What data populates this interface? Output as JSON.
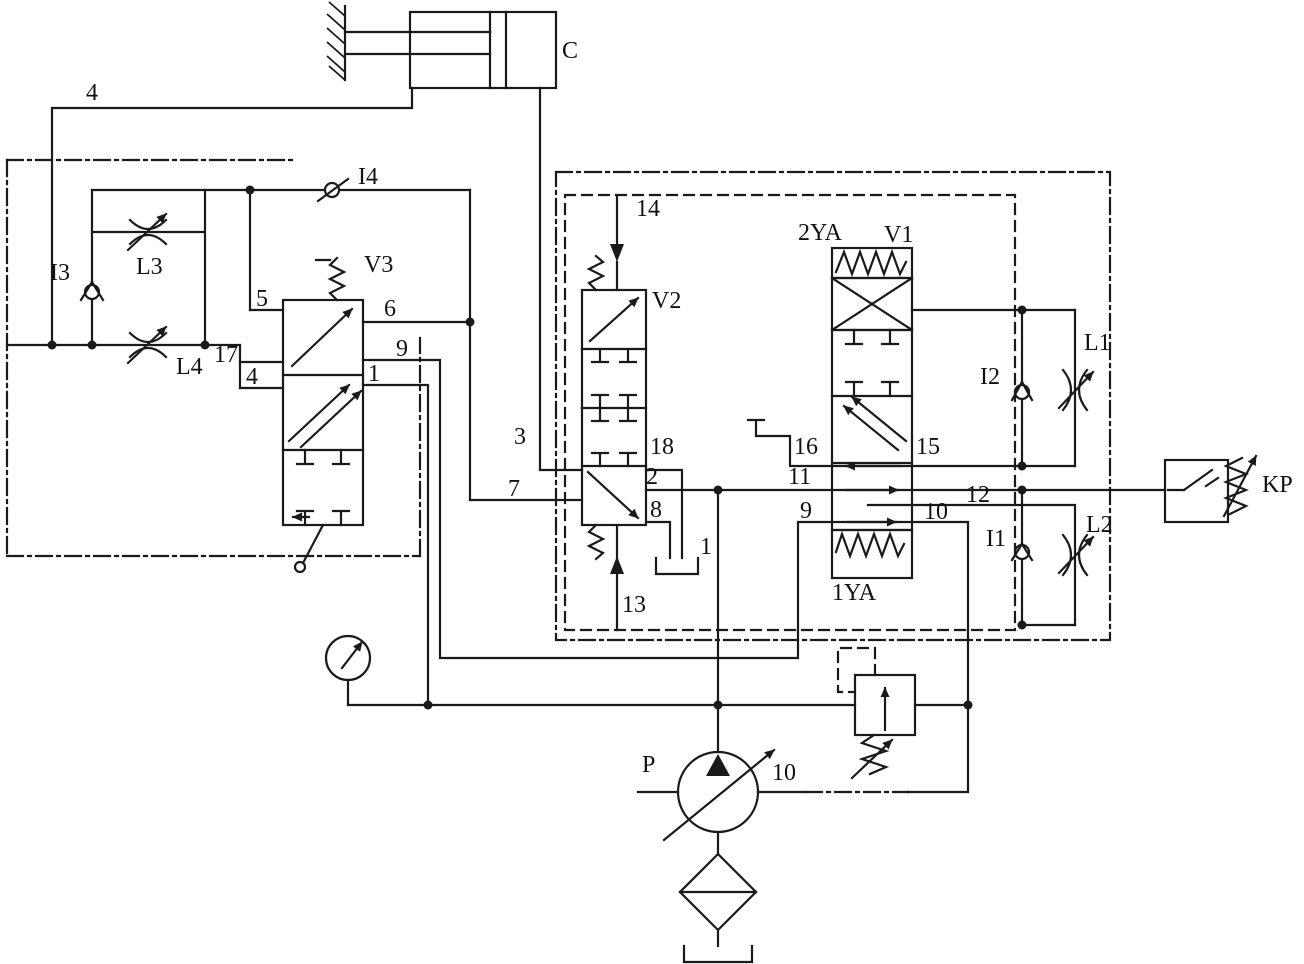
{
  "colors": {
    "line": "#1a1a1a",
    "background": "#ffffff"
  },
  "labels": {
    "cylinder": "C",
    "line4": "4",
    "i4": "I4",
    "i3": "I3",
    "l3": "L3",
    "l4": "L4",
    "v3": "V3",
    "v3_port5": "5",
    "v3_port6": "6",
    "v3_port17": "17",
    "v3_port4": "4",
    "v3_port9": "9",
    "v3_port1": "1",
    "v2": "V2",
    "line14": "14",
    "line13": "13",
    "v2_port3": "3",
    "v2_port18": "18",
    "v2_port2": "2",
    "v2_port7": "7",
    "v2_port8": "8",
    "v1": "V1",
    "sol_2ya": "2YA",
    "sol_1ya": "1YA",
    "v1_port16": "16",
    "v1_port15": "15",
    "v1_port11": "11",
    "v1_port12": "12",
    "v1_port9": "9",
    "v1_port10": "10",
    "i2": "I2",
    "l1": "L1",
    "i1": "I1",
    "l2": "L2",
    "kp": "KP",
    "line1": "1",
    "pump": "P",
    "line10": "10"
  },
  "components": [
    {
      "id": "cylinder-c",
      "type": "hydraulic-cylinder",
      "label": "C"
    },
    {
      "id": "valve-v3",
      "type": "manual-directional-valve",
      "label": "V3"
    },
    {
      "id": "valve-v2",
      "type": "pilot-operated-directional-valve",
      "label": "V2"
    },
    {
      "id": "valve-v1",
      "type": "solenoid-directional-valve",
      "label": "V1",
      "solenoids": [
        "2YA",
        "1YA"
      ]
    },
    {
      "id": "check-valve-i1",
      "type": "check-valve",
      "label": "I1"
    },
    {
      "id": "check-valve-i2",
      "type": "check-valve",
      "label": "I2"
    },
    {
      "id": "check-valve-i3",
      "type": "check-valve",
      "label": "I3"
    },
    {
      "id": "check-valve-i4",
      "type": "check-valve",
      "label": "I4"
    },
    {
      "id": "throttle-l1",
      "type": "throttle-valve",
      "label": "L1"
    },
    {
      "id": "throttle-l2",
      "type": "throttle-valve",
      "label": "L2"
    },
    {
      "id": "throttle-l3",
      "type": "throttle-valve",
      "label": "L3"
    },
    {
      "id": "throttle-l4",
      "type": "throttle-valve",
      "label": "L4"
    },
    {
      "id": "pressure-switch-kp",
      "type": "pressure-switch",
      "label": "KP"
    },
    {
      "id": "pump-p",
      "type": "variable-displacement-pump",
      "label": "P"
    },
    {
      "id": "relief-valve",
      "type": "pilot-relief-valve"
    },
    {
      "id": "pressure-gauge",
      "type": "pressure-gauge"
    },
    {
      "id": "filter",
      "type": "filter"
    },
    {
      "id": "tank",
      "type": "tank"
    }
  ]
}
